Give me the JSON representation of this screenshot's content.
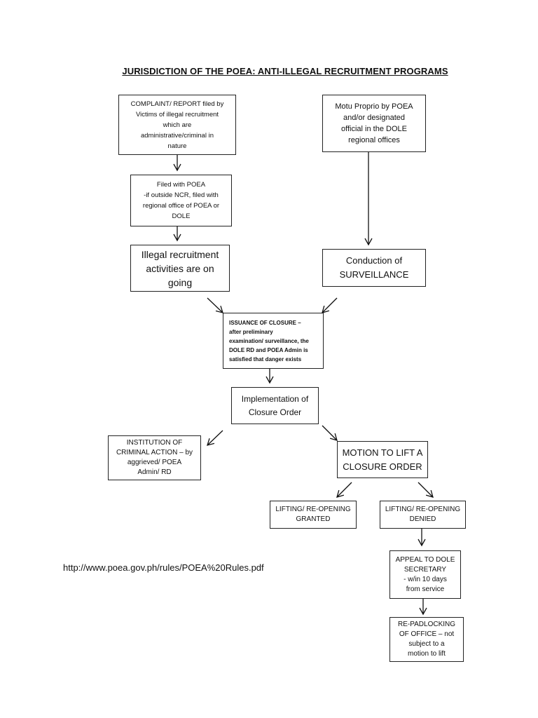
{
  "title": "JURISDICTION OF THE POEA: ANTI-ILLEGAL RECRUITMENT PROGRAMS",
  "nodes": {
    "complaint": "COMPLAINT/ REPORT filed by\nVictims of illegal recruitment\nwhich are\nadministrative/criminal in\nnature",
    "motu_proprio": "Motu Proprio by POEA\nand/or designated\nofficial in the DOLE\nregional offices",
    "filed_with_poea": "Filed with POEA\n-if outside NCR, filed with\nregional office of POEA or\nDOLE",
    "illegal_ongoing": "Illegal recruitment\nactivities are on\ngoing",
    "surveillance": "Conduction of\nSURVEILLANCE",
    "issuance_closure": "ISSUANCE OF CLOSURE –\nafter preliminary\nexamination/ surveillance, the\nDOLE RD and POEA Admin is\nsatisfied that danger exists",
    "implementation": "Implementation of\nClosure Order",
    "institution_criminal": "INSTITUTION OF\nCRIMINAL ACTION – by\naggrieved/ POEA\nAdmin/ RD",
    "motion_lift": "MOTION TO LIFT A\nCLOSURE ORDER",
    "lifting_granted": "LIFTING/ RE-OPENING\nGRANTED",
    "lifting_denied": "LIFTING/ RE-OPENING\nDENIED",
    "appeal": "APPEAL TO DOLE\nSECRETARY\n- w/in 10 days\nfrom service",
    "repadlocking": "RE-PADLOCKING\nOF OFFICE – not\nsubject to a\nmotion to lift"
  },
  "source_url": "http://www.poea.gov.ph/rules/POEA%20Rules.pdf"
}
